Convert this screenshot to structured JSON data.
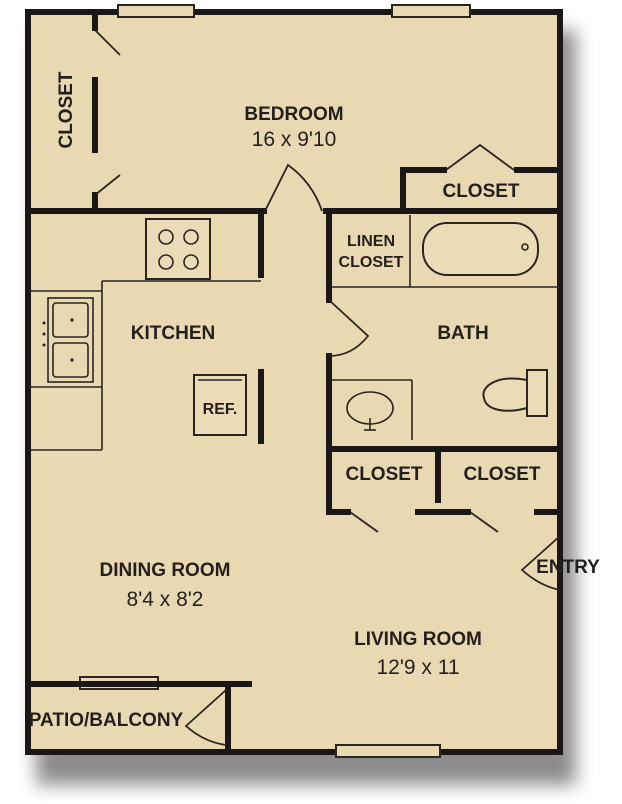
{
  "plan": {
    "bedroom": {
      "name": "BEDROOM",
      "size": "16 x 9'10"
    },
    "bedroom_closet": "CLOSET",
    "upper_closet": "CLOSET",
    "linen_closet_line1": "LINEN",
    "linen_closet_line2": "CLOSET",
    "kitchen": "KITCHEN",
    "refrigerator": "REF.",
    "bath": "BATH",
    "closet_left": "CLOSET",
    "closet_right": "CLOSET",
    "entry": "ENTRY",
    "dining_room": {
      "name": "DINING ROOM",
      "size": "8'4 x 8'2"
    },
    "living_room": {
      "name": "LIVING ROOM",
      "size": "12'9 x 11"
    },
    "patio": "PATIO/BALCONY"
  },
  "colors": {
    "floor": "#e9d9b2",
    "wall": "#1a1716",
    "text": "#231f1d"
  }
}
